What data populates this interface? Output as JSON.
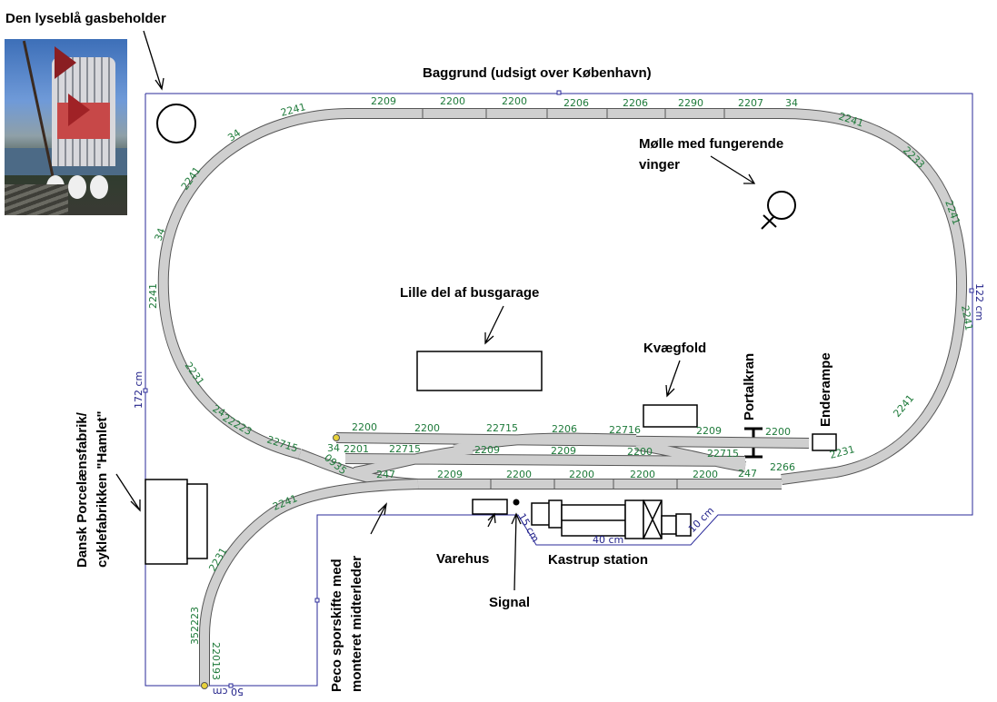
{
  "labels": {
    "gasholder": "Den lyseblå gasbeholder",
    "background": "Baggrund (udsigt over København)",
    "windmill_line1": "Mølle med fungerende",
    "windmill_line2": "vinger",
    "bus_garage": "Lille del af busgarage",
    "cattle_pen": "Kvægfold",
    "gantry_crane": "Portalkran",
    "end_ramp": "Enderampe",
    "factory_line1": "Dansk Porcelænsfabrik/",
    "factory_line2": "cyklefabrikken \"Hamlet\"",
    "peco_line1": "Peco sporskifte med",
    "peco_line2": "monteret midterleder",
    "warehouse": "Varehus",
    "station": "Kastrup station",
    "signal": "Signal"
  },
  "dimensions": {
    "d122": "122 cm",
    "d172": "172 cm",
    "d40": "40 cm",
    "d50": "50 cm",
    "d15": "15 cm",
    "d10": "10 cm"
  },
  "track_labels": {
    "t1": "2209",
    "t2": "2200",
    "t3": "2200",
    "t4": "2206",
    "t5": "2206",
    "t6": "2290",
    "t7": "2207",
    "t8": "34",
    "t9": "2241",
    "t10": "2241",
    "t11": "34",
    "t12": "2241",
    "t13": "34",
    "t14": "2241",
    "t15": "2233",
    "t16": "2241",
    "t17": "2241",
    "t18": "2241",
    "t19": "2231",
    "t20": "2231",
    "t21": "24",
    "t22": "22223",
    "t23": "22715",
    "t24": "2200",
    "t25": "2200",
    "t26": "22715",
    "t27": "2206",
    "t28": "22716",
    "t29": "2209",
    "t30": "2200",
    "t31": "34",
    "t32": "2201",
    "t33": "22715",
    "t34": "2209",
    "t35": "2209",
    "t36": "2200",
    "t37": "22715",
    "t38": "2266",
    "t39": "247",
    "t40": "2209",
    "t41": "2200",
    "t42": "2200",
    "t43": "2200",
    "t44": "2200",
    "t45": "247",
    "t46": "2241",
    "t47": "2231",
    "t48": "352223",
    "t49": "220193",
    "t50": "0935"
  }
}
